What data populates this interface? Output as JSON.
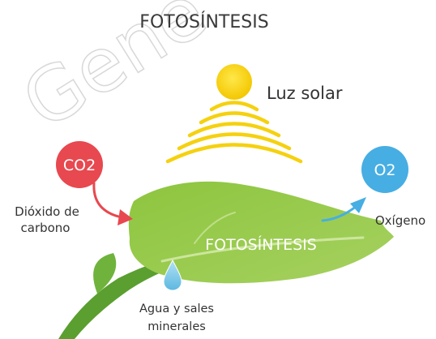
{
  "title": "FOTOSÍNTESIS",
  "watermark": "Gene",
  "sun": {
    "label": "Luz solar",
    "color": "#f7d21a",
    "ray_color": "#f5d10f"
  },
  "co2": {
    "badge": "CO2",
    "label_line1": "Dióxido de",
    "label_line2": "carbono",
    "color": "#e8484f"
  },
  "o2": {
    "badge": "O2",
    "label": "Oxígeno",
    "color": "#46aee3"
  },
  "leaf": {
    "label": "FOTOSÍNTESIS",
    "color": "#8cc63f",
    "dark_color": "#5ea232"
  },
  "water": {
    "label_line1": "Agua y sales",
    "label_line2": "minerales",
    "color": "#7fcbe8"
  },
  "colors": {
    "title_text": "#3a3a3a",
    "label_text": "#333333"
  }
}
